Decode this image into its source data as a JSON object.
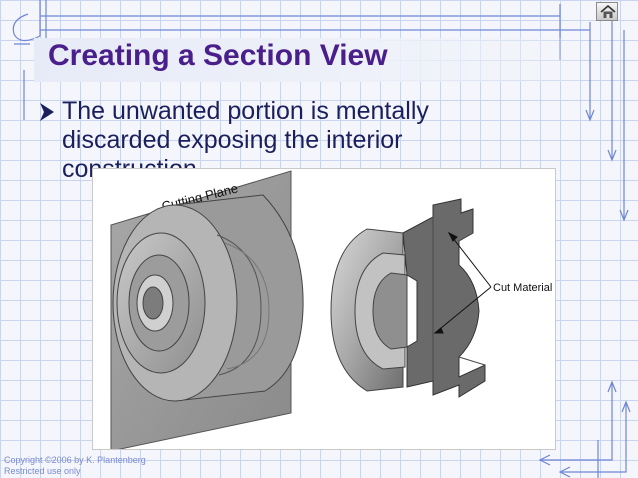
{
  "slide": {
    "title": "Creating a Section View",
    "bullet": "The unwanted portion is mentally discarded exposing the interior construction.",
    "bullet_marker_icon": "arrow-bullet-icon",
    "home_icon": "home-icon"
  },
  "figure": {
    "cutting_plane_label": "Cutting Plane",
    "cut_material_label": "Cut Material"
  },
  "footer": {
    "copyright_line1": "Copyright ©2006 by K. Plantenberg",
    "copyright_line2": "Restricted use only"
  },
  "colors": {
    "title": "#4a1f8c",
    "body_text": "#1b1f5c",
    "grid": "#c9d4ee",
    "accent_lines": "#6f86d6",
    "footer_text": "#7a8bd0"
  }
}
